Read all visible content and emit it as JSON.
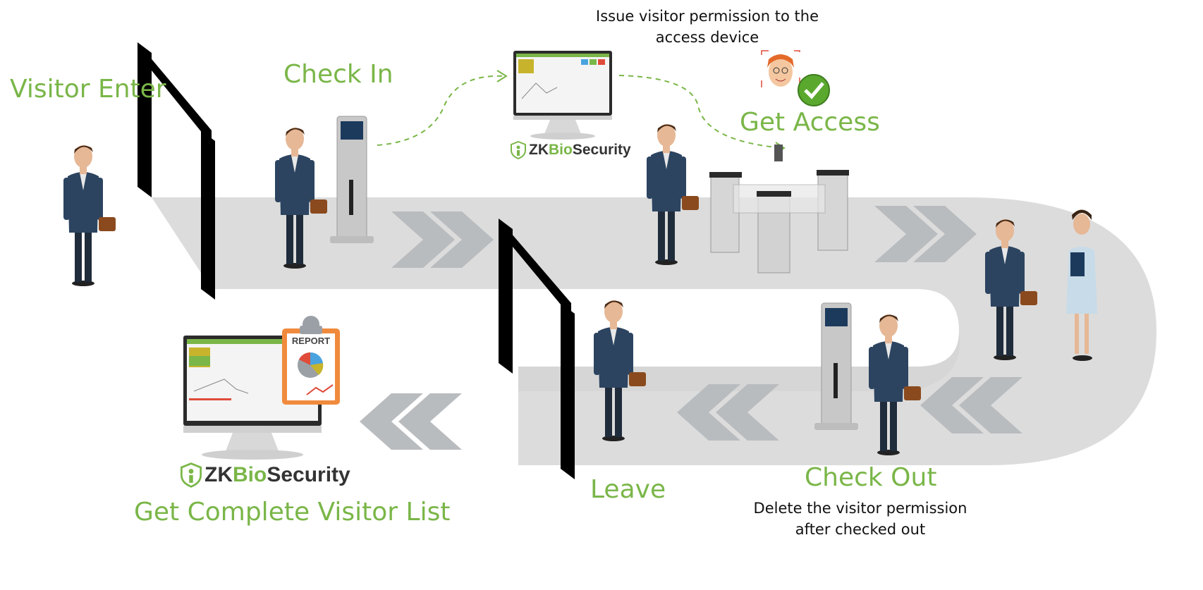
{
  "labels": {
    "visitor_enter": "Visitor Enter",
    "check_in": "Check In",
    "get_access": "Get Access",
    "check_out": "Check Out",
    "leave": "Leave",
    "get_list": "Get Complete Visitor List"
  },
  "notes": {
    "issue_line1": "Issue visitor permission to the",
    "issue_line2": "access device",
    "delete_line1": "Delete the visitor permission",
    "delete_line2": "after checked out"
  },
  "brand": {
    "zk": "ZK",
    "bio": "Bio",
    "security": "Security"
  },
  "report": {
    "title": "REPORT"
  },
  "colors": {
    "accent_green": "#7ab648",
    "path_gray": "#dcdcdc",
    "chevron_gray": "#b9bcbf",
    "door_black": "#000000",
    "suit_navy": "#1f3550"
  },
  "icons": [
    "door-frame-icon",
    "kiosk-icon",
    "monitor-icon",
    "turnstile-icon",
    "face-avatar-icon",
    "check-badge-icon",
    "report-clipboard-icon",
    "person-icon",
    "chevron-arrow-icon",
    "shield-logo-icon"
  ]
}
